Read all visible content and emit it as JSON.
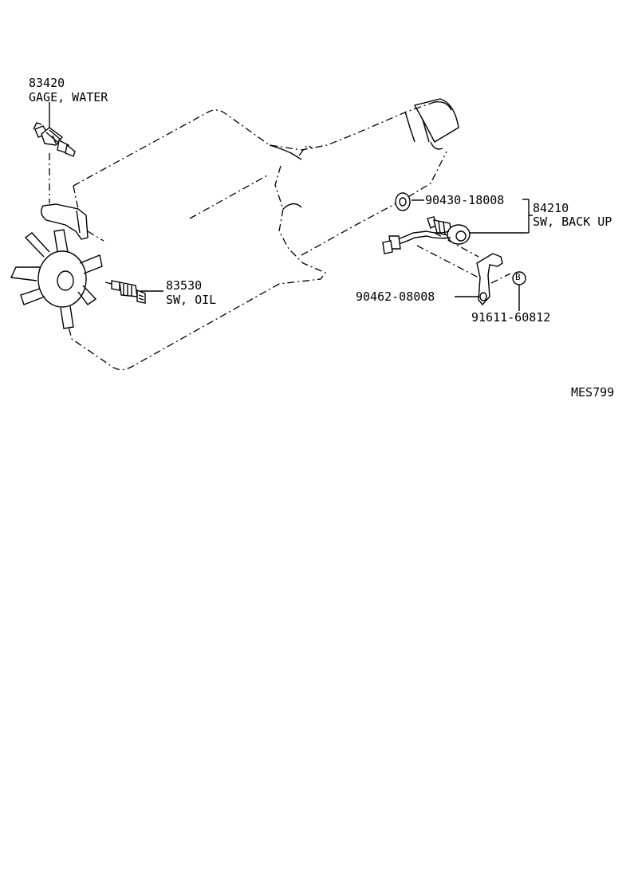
{
  "parts": [
    {
      "id": "gage-water",
      "number": "83420",
      "name": "GAGE, WATER"
    },
    {
      "id": "sw-oil",
      "number": "83530",
      "name": "SW, OIL"
    },
    {
      "id": "gasket",
      "number": "90430-18008"
    },
    {
      "id": "sw-backup",
      "number": "84210",
      "name": "SW, BACK UP"
    },
    {
      "id": "clamp",
      "number": "90462-08008"
    },
    {
      "id": "bolt",
      "number": "91611-60812"
    }
  ],
  "bolt_marker": "B",
  "diagram_code": "MES799",
  "colors": {
    "line": "#000000",
    "background": "#ffffff"
  }
}
